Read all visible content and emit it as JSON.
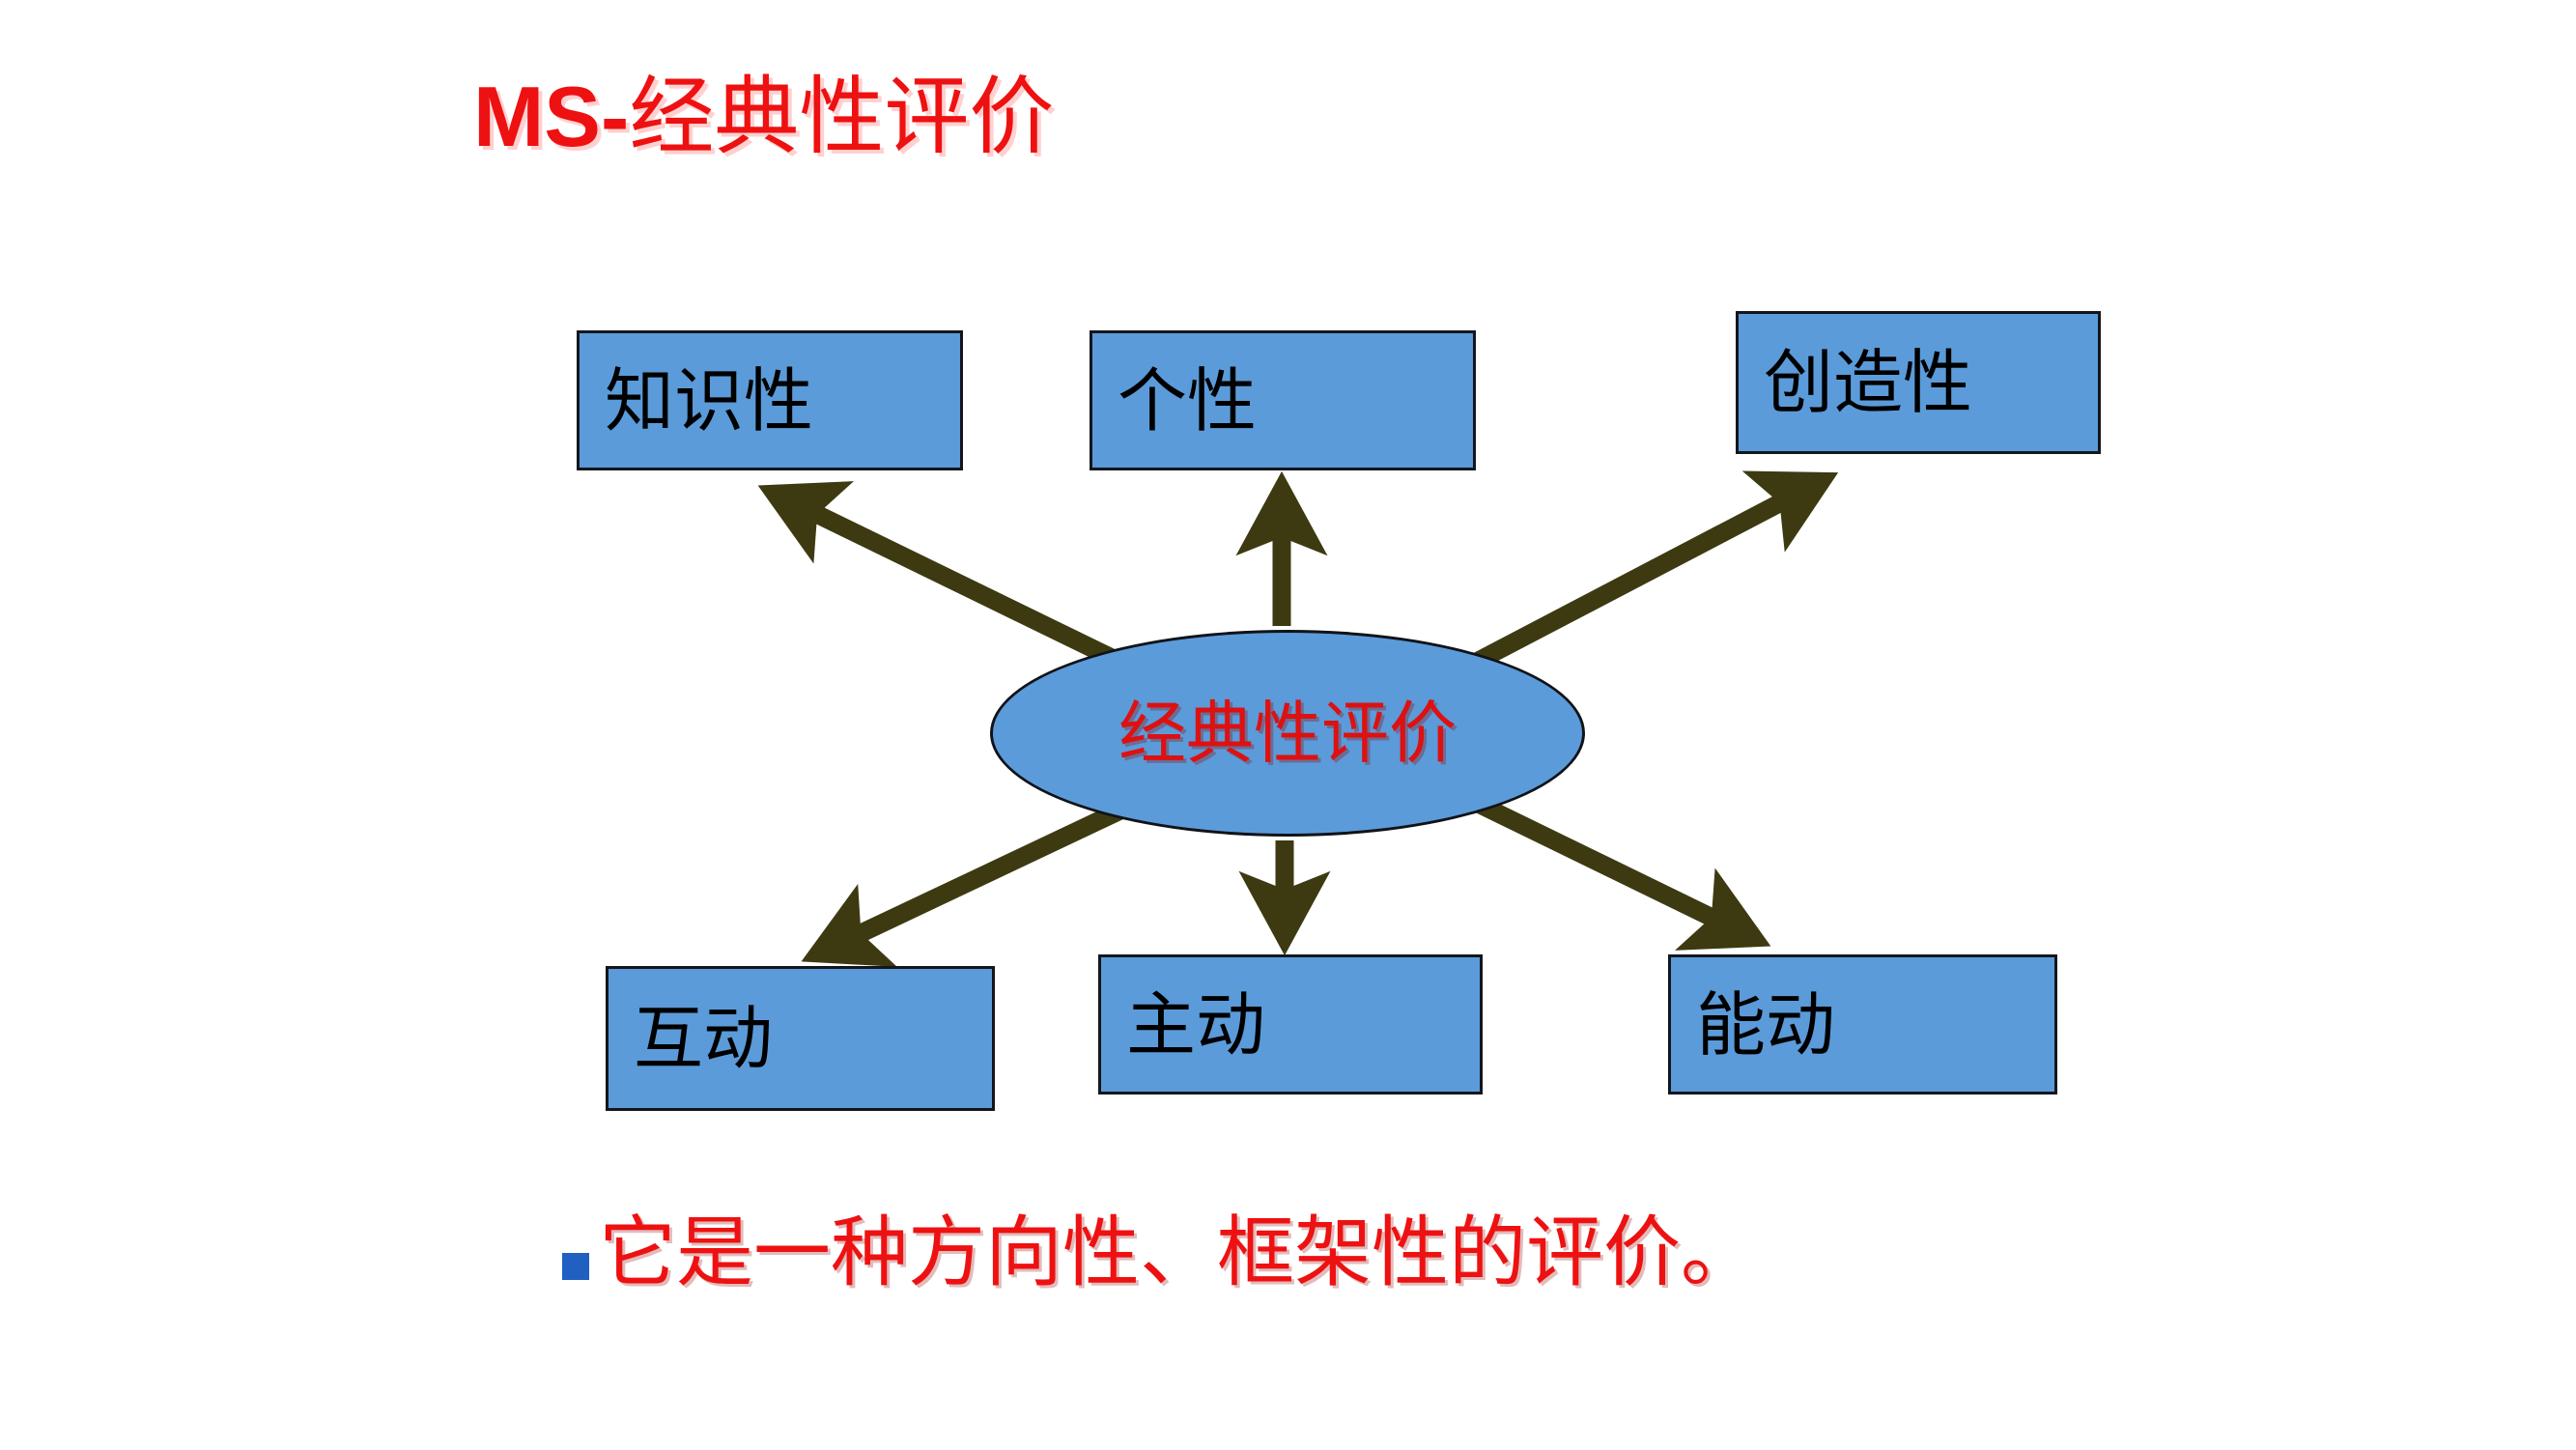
{
  "slide": {
    "title": {
      "latin_part": "MS-",
      "han_part": "经典性评价",
      "full": "MS-经典性评价",
      "color": "#ee1111"
    },
    "center_node": {
      "label": "经典性评价",
      "shape": "ellipse",
      "fill": "#5b9bd9",
      "border_color": "#111318",
      "text_color": "#dd1111"
    },
    "nodes": [
      {
        "id": "zhishixing",
        "label": "知识性",
        "row": "top",
        "position": "left"
      },
      {
        "id": "gexing",
        "label": "个性",
        "row": "top",
        "position": "center"
      },
      {
        "id": "chuangzaoxing",
        "label": "创造性",
        "row": "top",
        "position": "right"
      },
      {
        "id": "hudong",
        "label": "互动",
        "row": "bottom",
        "position": "left"
      },
      {
        "id": "zhudong",
        "label": "主动",
        "row": "bottom",
        "position": "center"
      },
      {
        "id": "nengdong",
        "label": "能动",
        "row": "bottom",
        "position": "right"
      }
    ],
    "node_style": {
      "fill": "#5b9bd9",
      "border_color": "#14161c",
      "text_color": "#000000"
    },
    "arrows": {
      "color": "#3d3a12",
      "count": 6,
      "direction": "from-center-outward",
      "targets": [
        "知识性",
        "个性",
        "创造性",
        "互动",
        "主动",
        "能动"
      ]
    },
    "bullet": {
      "marker": "square-bullet",
      "marker_color": "#2060c0",
      "text": "它是一种方向性、框架性的评价。",
      "text_color": "#ee1111"
    },
    "background_color": "#ffffff"
  },
  "chart_data": {
    "type": "diagram",
    "diagram_kind": "radial-hub-and-spoke",
    "title": "MS-经典性评价",
    "hub": "经典性评价",
    "spokes": [
      "知识性",
      "个性",
      "创造性",
      "互动",
      "主动",
      "能动"
    ],
    "edge_direction": "hub -> spoke",
    "caption": "它是一种方向性、框架性的评价。"
  }
}
